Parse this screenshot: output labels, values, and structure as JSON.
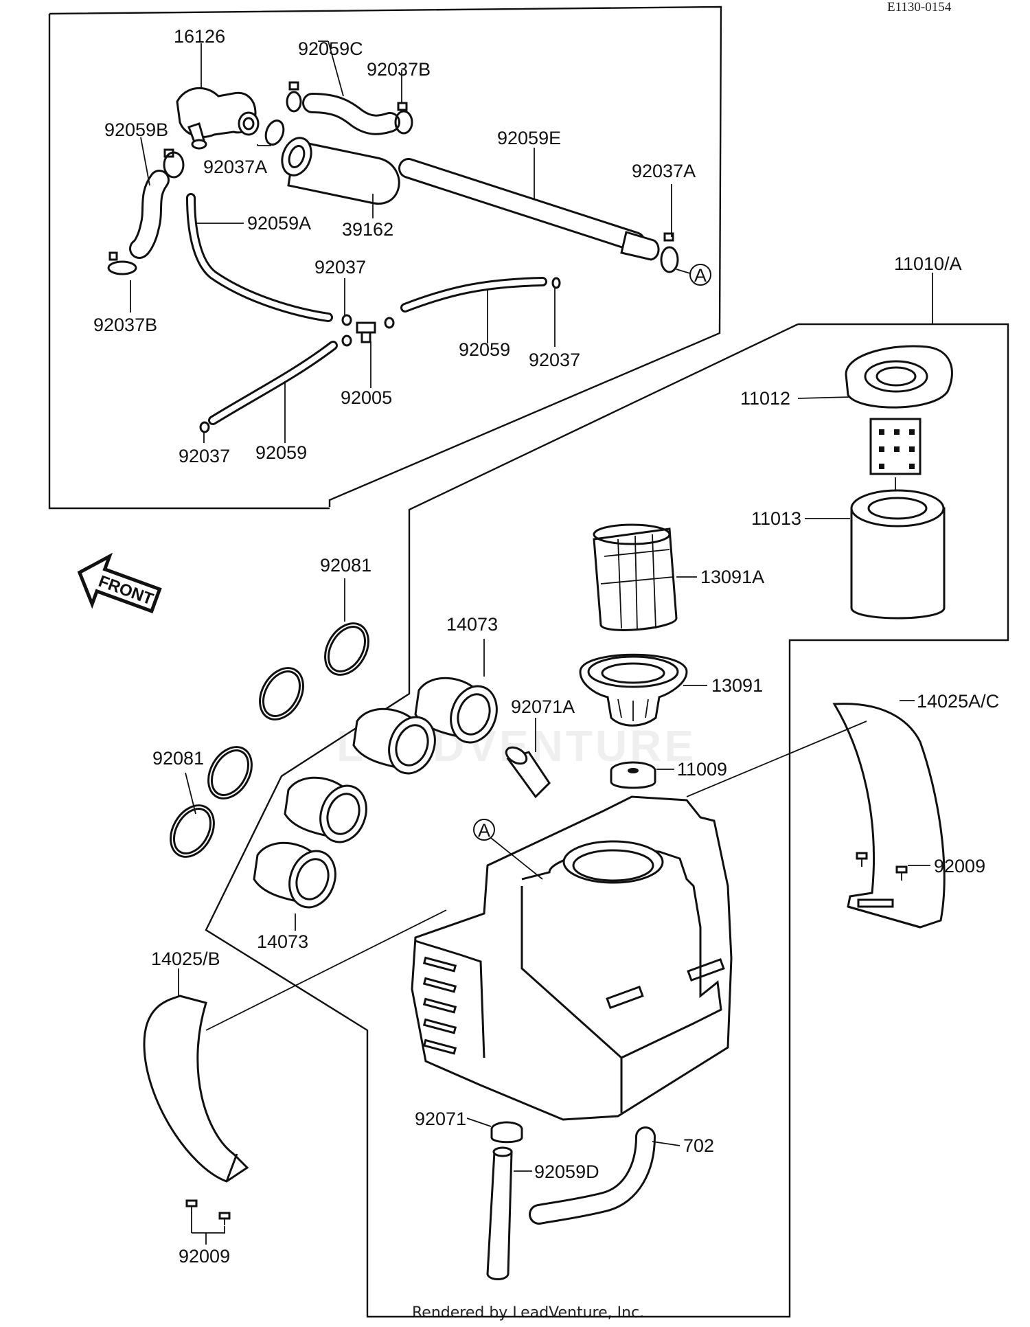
{
  "header": {
    "ref_code": "E1130-0154"
  },
  "footer": {
    "credit": "Rendered by LeadVenture, Inc."
  },
  "front_arrow": {
    "text": "FRONT"
  },
  "watermark": {
    "text": "LEADVENTURE"
  },
  "callouts": {
    "c16126": "16126",
    "c92059C": "92059C",
    "c92037B_top": "92037B",
    "c92059B": "92059B",
    "c92037A_left": "92037A",
    "c92059E": "92059E",
    "c92037A_right": "92037A",
    "c39162": "39162",
    "c92059A": "92059A",
    "c92037B_left": "92037B",
    "c92037_mid": "92037",
    "c92059_right": "92059",
    "c92037_right": "92037",
    "c92005": "92005",
    "c92037_bottom": "92037",
    "c92059_bottom": "92059",
    "c11010A": "11010/A",
    "c11012": "11012",
    "c11013": "11013",
    "c13091A": "13091A",
    "c13091": "13091",
    "c11009": "11009",
    "c92081_top": "92081",
    "c92081_left": "92081",
    "c14073_top": "14073",
    "c14073_bottom": "14073",
    "c92071A": "92071A",
    "c14025AC": "14025A/C",
    "c92009_right": "92009",
    "c14025B": "14025/B",
    "c92009_left": "92009",
    "c92071": "92071",
    "c92059D": "92059D",
    "c702": "702"
  },
  "markers": {
    "a_top": "A",
    "a_tank": "A"
  }
}
